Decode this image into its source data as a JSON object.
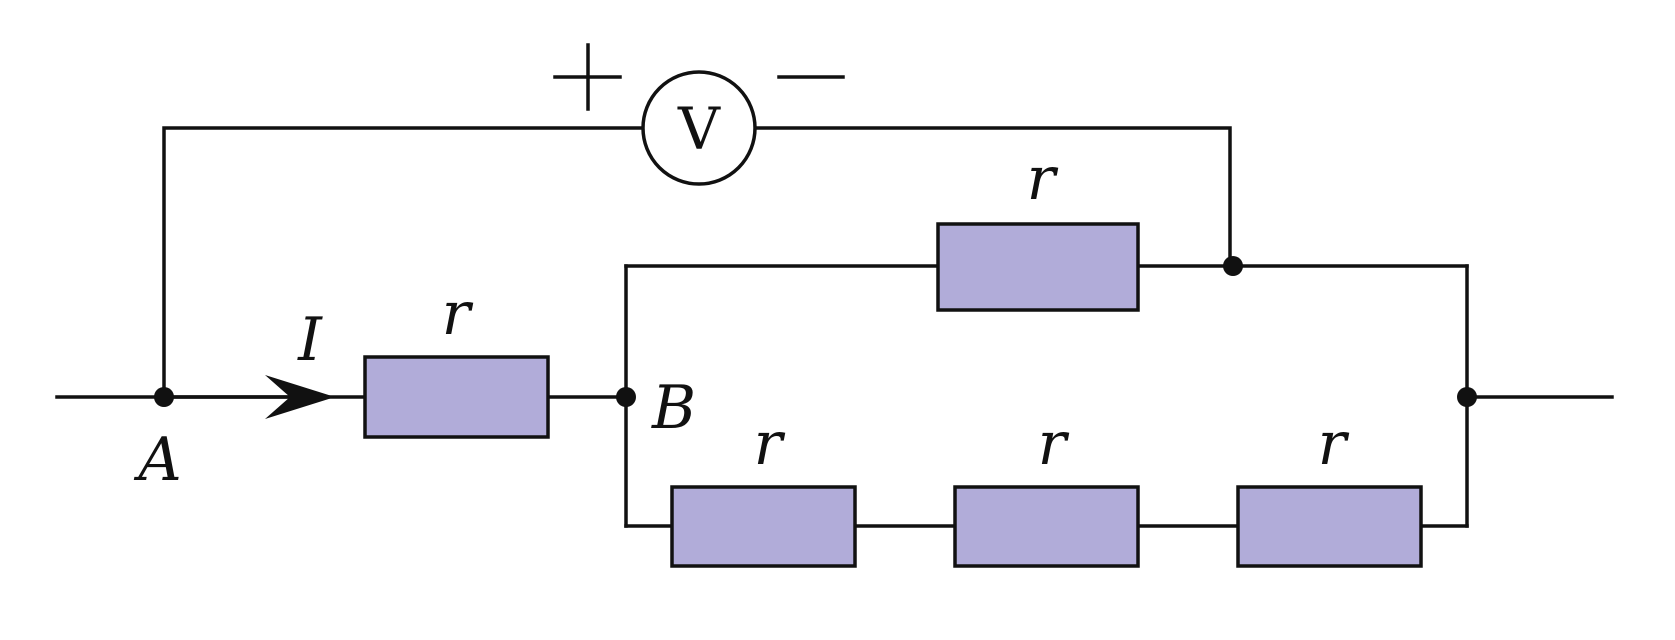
{
  "colors": {
    "wire": "#111111",
    "resistor_fill": "#b1acd9",
    "background": "#ffffff"
  },
  "voltmeter": {
    "symbol": "V",
    "plus_terminal": "+",
    "minus_terminal": "−"
  },
  "current": {
    "label": "I"
  },
  "nodes": {
    "A": "A",
    "B": "B"
  },
  "resistors": {
    "series": "r",
    "upper_branch": "r",
    "lower_branch_1": "r",
    "lower_branch_2": "r",
    "lower_branch_3": "r"
  }
}
